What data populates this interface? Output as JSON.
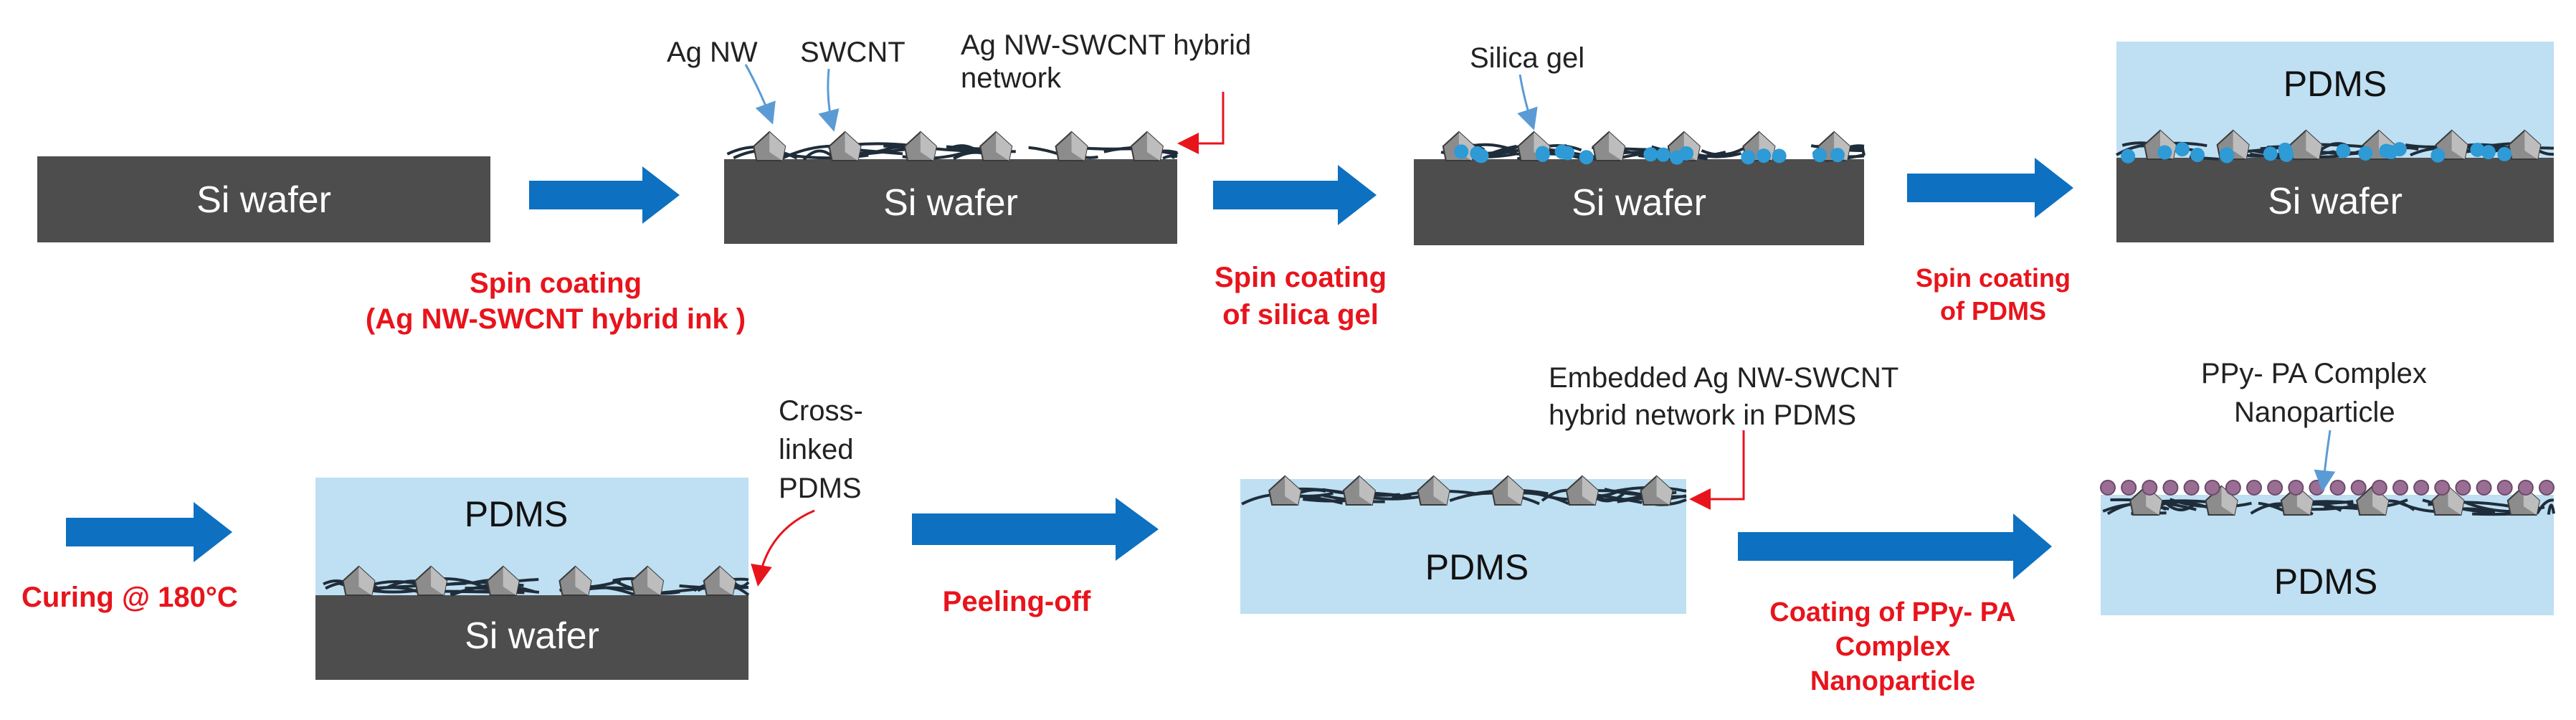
{
  "colors": {
    "wafer": "#4d4d4d",
    "pdms": "#bfdff2",
    "arrow": "#0d70c0",
    "step_text": "#e8141c",
    "callout_arrow": "#e8141c",
    "leader": "#5b9bd5",
    "wire": "#1f2d3a",
    "gel_dot": "#2e9ad6",
    "nanoparticle": "#9a6e94"
  },
  "labels": {
    "si_wafer": "Si wafer",
    "pdms": "PDMS",
    "ag_nw": "Ag NW",
    "swcnt": "SWCNT",
    "hybrid_line1": "Ag NW-SWCNT  hybrid",
    "hybrid_line2": "network",
    "silica_gel": "Silica gel",
    "crosslinked_line1": "Cross-",
    "crosslinked_line2": "linked",
    "crosslinked_line3": "PDMS",
    "embedded_line1": "Embedded Ag NW-SWCNT",
    "embedded_line2": "hybrid  network in PDMS",
    "ppy_line1": "PPy- PA Complex",
    "ppy_line2": "Nanoparticle"
  },
  "steps": {
    "spin_coating_line1": "Spin coating",
    "spin_coating_line2": "(Ag NW-SWCNT hybrid   ink )",
    "silica_line1": "Spin coating",
    "silica_line2": "of silica gel",
    "pdms_line1": "Spin coating",
    "pdms_line2": "of PDMS",
    "curing": "Curing @ 180°C",
    "peeling": "Peeling-off",
    "coating_line1": "Coating of PPy- PA",
    "coating_line2": "Complex",
    "coating_line3": "Nanoparticle"
  }
}
